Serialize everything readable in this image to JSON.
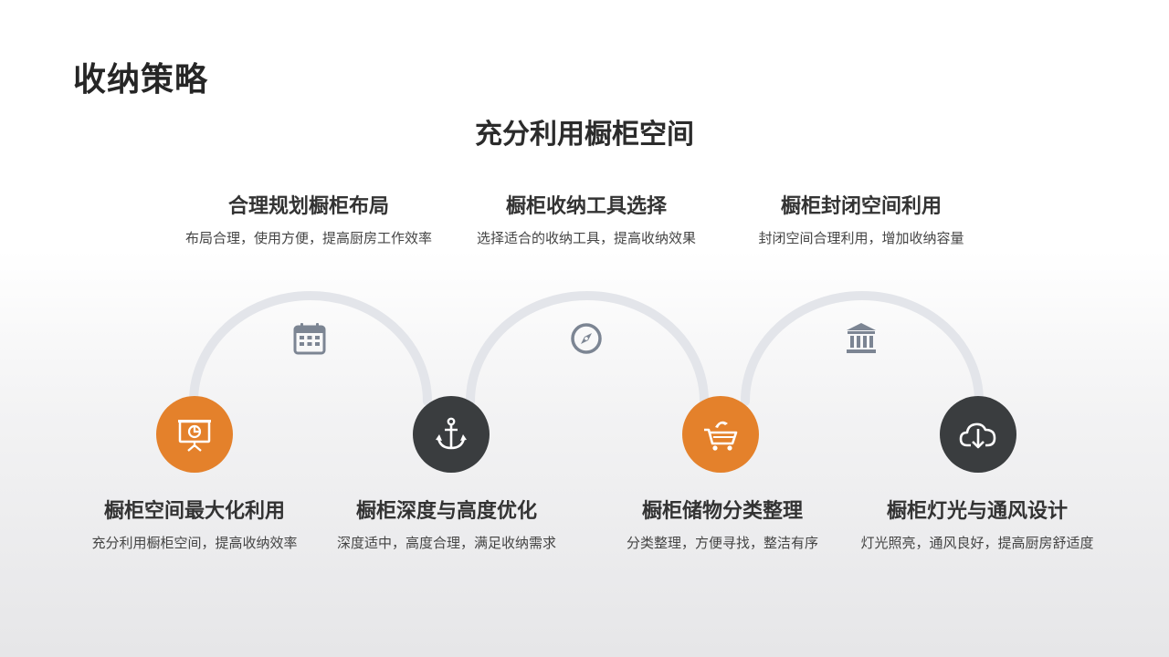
{
  "title": "收纳策略",
  "subtitle": "充分利用橱柜空间",
  "top_items": [
    {
      "heading": "合理规划橱柜布局",
      "desc": "布局合理，使用方便，提高厨房工作效率",
      "icon": "calendar-icon"
    },
    {
      "heading": "橱柜收纳工具选择",
      "desc": "选择适合的收纳工具，提高收纳效果",
      "icon": "compass-icon"
    },
    {
      "heading": "橱柜封闭空间利用",
      "desc": "封闭空间合理利用，增加收纳容量",
      "icon": "bank-icon"
    }
  ],
  "bottom_items": [
    {
      "heading": "橱柜空间最大化利用",
      "desc": "充分利用橱柜空间，提高收纳效率",
      "icon": "presentation-board-icon",
      "color": "#e4812b"
    },
    {
      "heading": "橱柜深度与高度优化",
      "desc": "深度适中，高度合理，满足收纳需求",
      "icon": "anchor-icon",
      "color": "#3a3d3f"
    },
    {
      "heading": "橱柜储物分类整理",
      "desc": "分类整理，方便寻找，整洁有序",
      "icon": "shopping-cart-icon",
      "color": "#e4812b"
    },
    {
      "heading": "橱柜灯光与通风设计",
      "desc": "灯光照亮，通风良好，提高厨房舒适度",
      "icon": "cloud-download-icon",
      "color": "#3a3d3f"
    }
  ],
  "colors": {
    "accent": "#e4812b",
    "dark": "#3a3d3f",
    "arc": "#e3e5ea",
    "icon_gray": "#7c8593"
  }
}
